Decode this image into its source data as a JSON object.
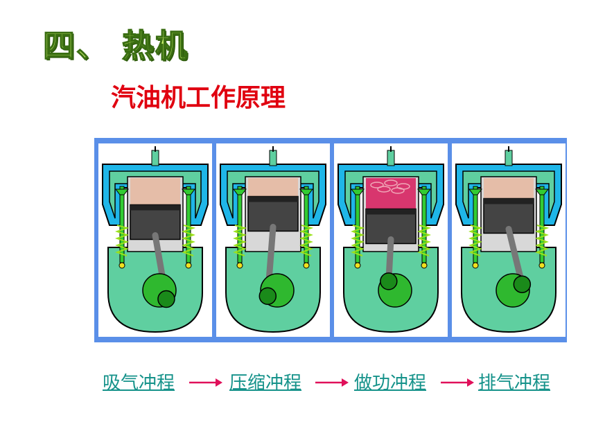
{
  "slide": {
    "title": "四、 热机",
    "subtitle": "汽油机工作原理"
  },
  "strokes": [
    {
      "label": "吸气冲程",
      "piston_level": 0.55
    },
    {
      "label": "压缩冲程",
      "piston_level": 0.15
    },
    {
      "label": "做功冲程",
      "piston_level": 0.75
    },
    {
      "label": "排气冲程",
      "piston_level": 0.25
    }
  ],
  "colors": {
    "title_fill": "#c8f06a",
    "subtitle": "#e00010",
    "frame": "#5a8fe8",
    "link": "#15928a",
    "arrow": "#e0105a",
    "crankcase": "#5fcfa0",
    "head_cyan": "#1fb6e8",
    "valve_green": "#33cc33",
    "chamber_gas": "#e8b8a0",
    "combustion": "#d81a5c",
    "piston": "#444444"
  }
}
